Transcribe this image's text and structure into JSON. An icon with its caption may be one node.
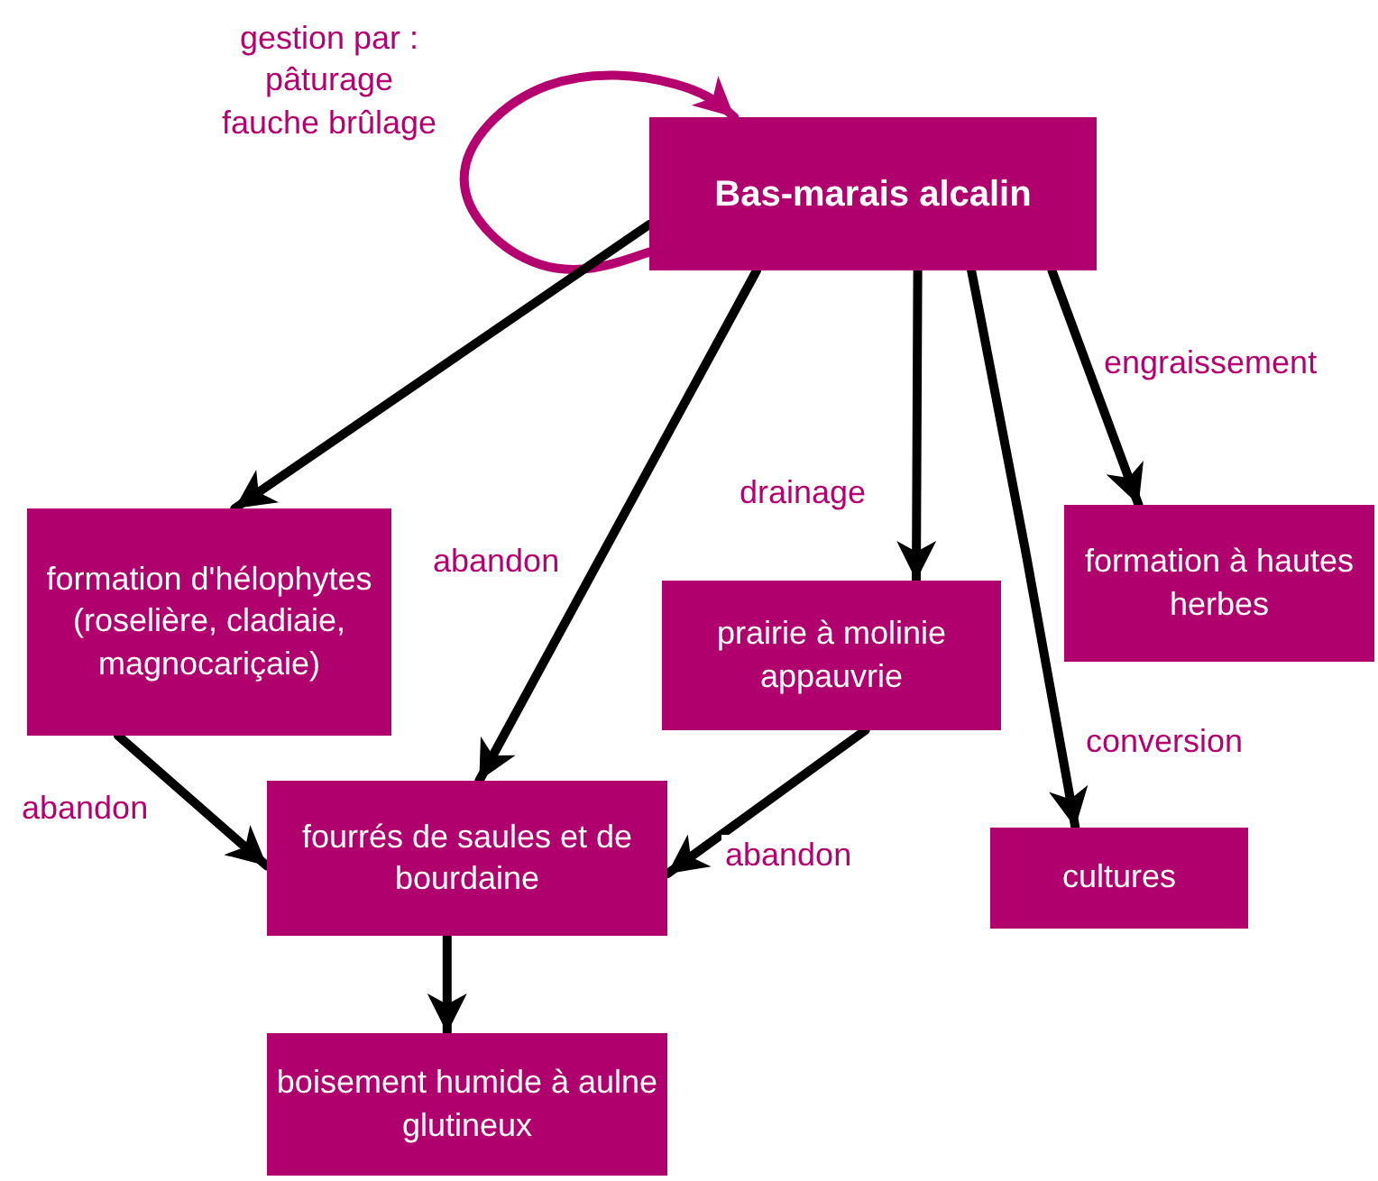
{
  "diagram": {
    "nodes": [
      {
        "text": [
          "Bas-marais alcalin"
        ]
      },
      {
        "text": [
          "formation d'hélophytes (roselière, cladiaie, magnocariçaie)"
        ]
      },
      {
        "text": [
          "fourrés de saules et de bourdaine"
        ]
      },
      {
        "text": [
          "prairie à molinie appauvrie"
        ]
      },
      {
        "text": [
          "formation à hautes herbes"
        ]
      },
      {
        "text": [
          "cultures"
        ]
      },
      {
        "text": [
          "boisement humide à aulne glutineux"
        ]
      }
    ],
    "edges": [
      {
        "from": 0,
        "to": 0,
        "arrow": "to",
        "label": "gestion par : pâturage fauche brûlage",
        "color": "#b5006f"
      },
      {
        "from": 0,
        "to": 1,
        "arrow": "to"
      },
      {
        "from": 0,
        "to": 2,
        "arrow": "to",
        "label": "abandon"
      },
      {
        "from": 0,
        "to": 3,
        "arrow": "to",
        "label": "drainage"
      },
      {
        "from": 0,
        "to": 4,
        "arrow": "to",
        "label": "engraissement"
      },
      {
        "from": 0,
        "to": 5,
        "arrow": "to",
        "label": "conversion"
      },
      {
        "from": 1,
        "to": 2,
        "arrow": "to",
        "label": "abandon"
      },
      {
        "from": 3,
        "to": 2,
        "arrow": "to",
        "label": "abandon"
      },
      {
        "from": 2,
        "to": 6,
        "arrow": "to"
      }
    ]
  }
}
